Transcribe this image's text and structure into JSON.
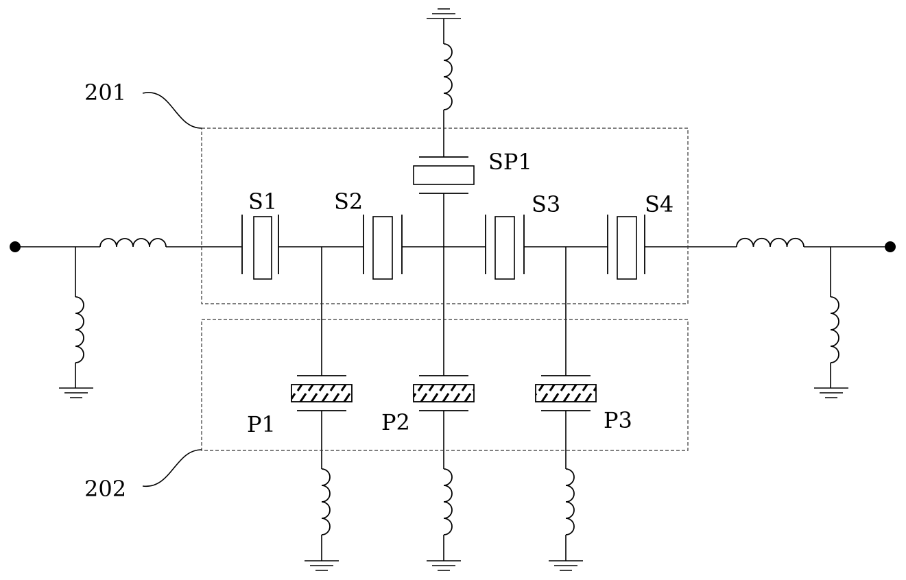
{
  "labels": {
    "series_1": "S1",
    "series_2": "S2",
    "series_3": "S3",
    "series_4": "S4",
    "shunt_sp1": "SP1",
    "parallel_1": "P1",
    "parallel_2": "P2",
    "parallel_3": "P3",
    "group_series": "201",
    "group_parallel": "202"
  }
}
